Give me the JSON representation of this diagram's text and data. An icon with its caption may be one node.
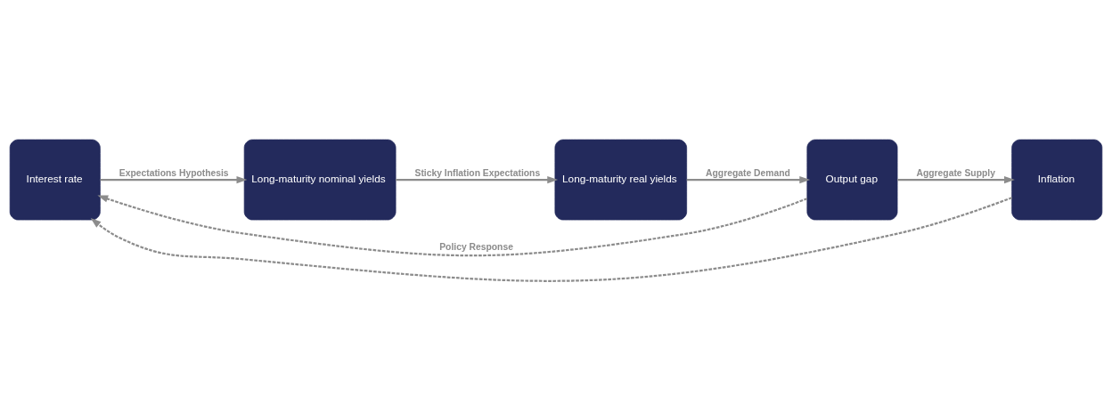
{
  "diagram": {
    "nodes": [
      {
        "text": [
          "Interest rate"
        ]
      },
      {
        "text": [
          "Long-maturity nominal yields"
        ]
      },
      {
        "text": [
          "Long-maturity real yields"
        ]
      },
      {
        "text": [
          "Output gap"
        ]
      },
      {
        "text": [
          "Inflation"
        ]
      }
    ],
    "edges": [
      {
        "from": 0,
        "to": 1,
        "arrow": "to",
        "label": "Expectations Hypothesis"
      },
      {
        "from": 1,
        "to": 2,
        "arrow": "to",
        "label": "Sticky Inflation Expectations"
      },
      {
        "from": 2,
        "to": 3,
        "arrow": "to",
        "label": "Aggregate Demand"
      },
      {
        "from": 3,
        "to": 4,
        "arrow": "to",
        "label": "Aggregate Supply"
      },
      {
        "from": 3,
        "to": 0,
        "arrow": "to",
        "style": "dashed",
        "label": "Policy Response"
      },
      {
        "from": 4,
        "to": 0,
        "arrow": "to",
        "style": "dashed"
      }
    ]
  }
}
